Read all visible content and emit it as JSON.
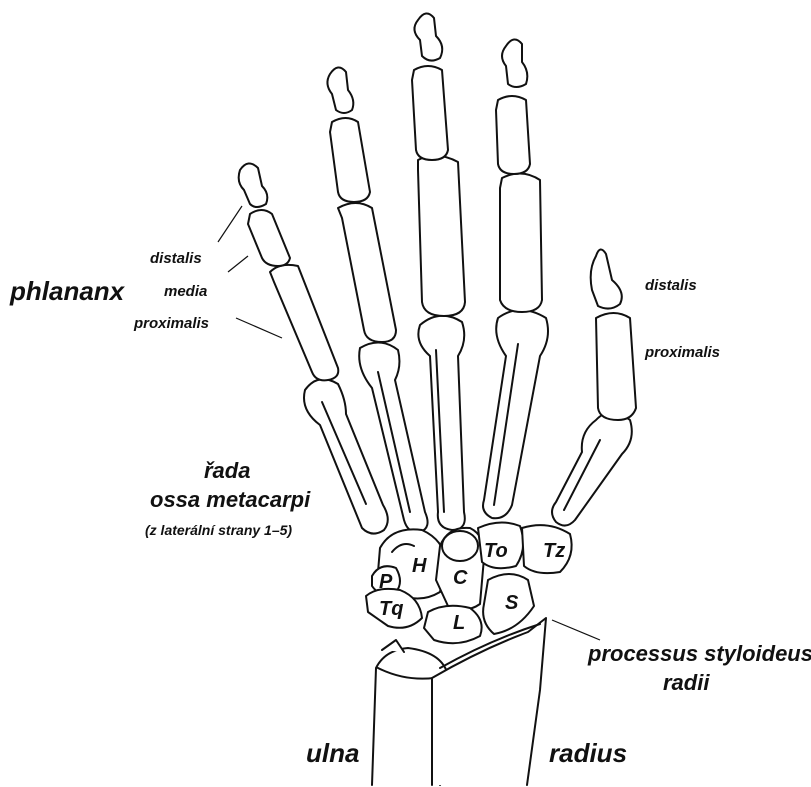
{
  "labels": {
    "phalanx": "phlananx",
    "distalis": "distalis",
    "media": "media",
    "proximalis": "proximalis",
    "thumb_distalis": "distalis",
    "thumb_proximalis": "proximalis",
    "rada": "řada",
    "ossa_metacarpi": "ossa metacarpi",
    "lateral_note": "(z laterální strany 1–5)",
    "processus": "processus styloideus",
    "radii": "radii",
    "ulna": "ulna",
    "radius": "radius"
  },
  "carpals": {
    "hamatum": "H",
    "capitatum": "C",
    "pisiforme": "P",
    "triquetrum": "Tq",
    "lunatum": "L",
    "scaphoideum": "S",
    "trapezoideum": "To",
    "trapezium": "Tz"
  }
}
